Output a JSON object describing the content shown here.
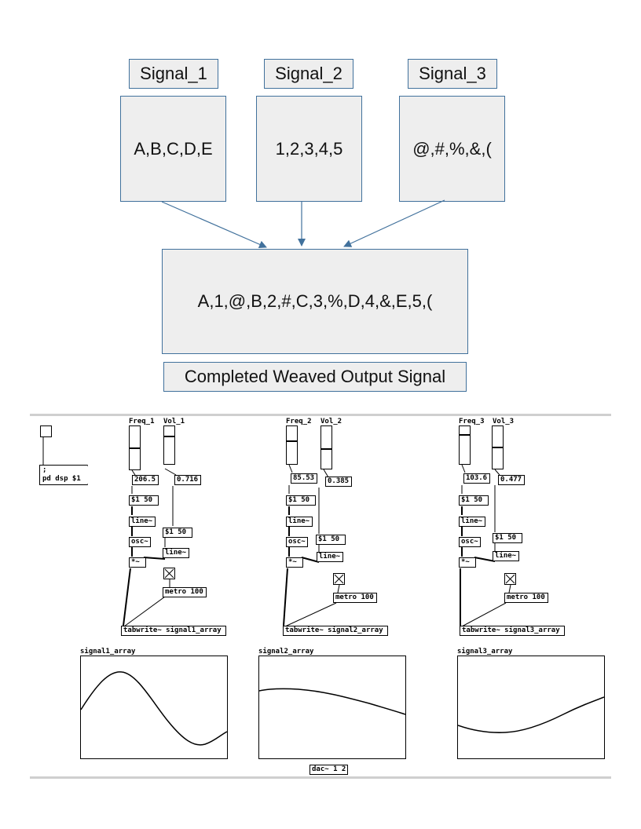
{
  "diagram": {
    "inputs": [
      {
        "label": "Signal_1",
        "content": "A,B,C,D,E"
      },
      {
        "label": "Signal_2",
        "content": "1,2,3,4,5"
      },
      {
        "label": "Signal_3",
        "content": "@,#,%,&,("
      }
    ],
    "output": {
      "content": "A,1,@,B,2,#,C,3,%,D,4,&,E,5,(",
      "label": "Completed Weaved Output Signal"
    },
    "colors": {
      "box_border": "#41719c",
      "box_fill": "#eeeeee",
      "arrow": "#41719c"
    }
  },
  "patch": {
    "dsp_message": ";\npd dsp $1",
    "channels": [
      {
        "freq_label": "Freq_1",
        "vol_label": "Vol_1",
        "freq_value": "206.5",
        "vol_value": "0.716",
        "ramp_msg": "$1 50",
        "line": "line~",
        "osc": "osc~",
        "mul": "*~",
        "vol_ramp_msg": "$1 50",
        "vol_line": "line~",
        "metro": "metro 100",
        "tabwrite": "tabwrite~ signal1_array",
        "array_name": "signal1_array"
      },
      {
        "freq_label": "Freq_2",
        "vol_label": "Vol_2",
        "freq_value": "85.53",
        "vol_value": "0.385",
        "ramp_msg": "$1 50",
        "line": "line~",
        "osc": "osc~",
        "mul": "*~",
        "vol_ramp_msg": "$1 50",
        "vol_line": "line~",
        "metro": "metro 100",
        "tabwrite": "tabwrite~ signal2_array",
        "array_name": "signal2_array"
      },
      {
        "freq_label": "Freq_3",
        "vol_label": "Vol_3",
        "freq_value": "103.6",
        "vol_value": "0.477",
        "ramp_msg": "$1 50",
        "line": "line~",
        "osc": "osc~",
        "mul": "*~",
        "vol_ramp_msg": "$1 50",
        "vol_line": "line~",
        "metro": "metro 100",
        "tabwrite": "tabwrite~ signal3_array",
        "array_name": "signal3_array"
      }
    ],
    "dac": "dac~ 1 2"
  }
}
